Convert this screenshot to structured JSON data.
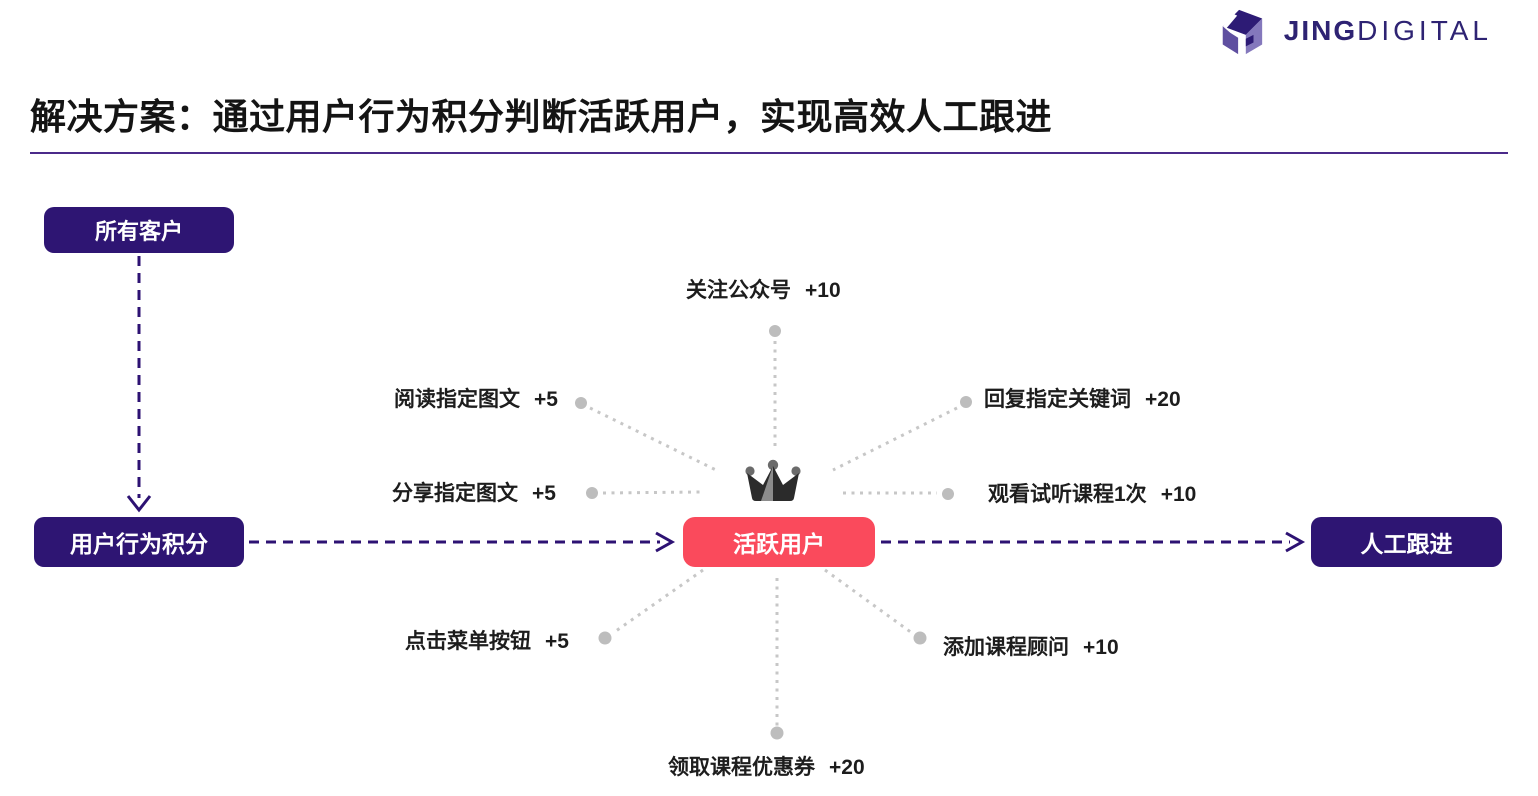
{
  "logo": {
    "brand_bold": "JING",
    "brand_light": "DIGITAL"
  },
  "header": {
    "title": "解决方案：通过用户行为积分判断活跃用户，实现高效人工跟进"
  },
  "flow": {
    "all_customers_label": "所有客户",
    "behavior_points_label": "用户行为积分",
    "active_users_label": "活跃用户",
    "manual_followup_label": "人工跟进"
  },
  "behaviors": [
    {
      "label": "关注公众号",
      "score": "+10",
      "position": "top"
    },
    {
      "label": "阅读指定图文",
      "score": "+5",
      "position": "upper-left"
    },
    {
      "label": "回复指定关键词",
      "score": "+20",
      "position": "upper-right"
    },
    {
      "label": "分享指定图文",
      "score": "+5",
      "position": "left"
    },
    {
      "label": "观看试听课程1次",
      "score": "+10",
      "position": "right"
    },
    {
      "label": "点击菜单按钮",
      "score": "+5",
      "position": "lower-left"
    },
    {
      "label": "添加课程顾问",
      "score": "+10",
      "position": "lower-right"
    },
    {
      "label": "领取课程优惠券",
      "score": "+20",
      "position": "bottom"
    }
  ],
  "icons": {
    "logo_icon": "jingdigital-cube-logo-icon",
    "crown": "crown-icon",
    "down_arrow": "dashed-down-arrow",
    "right_arrows": "dashed-right-arrow"
  },
  "colors": {
    "brand_purple_box": "#2e1573",
    "accent_red_box": "#fa4a5c",
    "connector_purple": "#2d1273",
    "ray_gray": "#c7c7c7",
    "ray_dot_gray": "#bdbdbd",
    "divider_purple": "#4b2a8a",
    "title_text": "#141414",
    "logo_purple": "#2e2373",
    "crown_dark": "#2b2b2b",
    "crown_facet": "#8c8c8c",
    "crown_knob": "#6b6b6b"
  }
}
